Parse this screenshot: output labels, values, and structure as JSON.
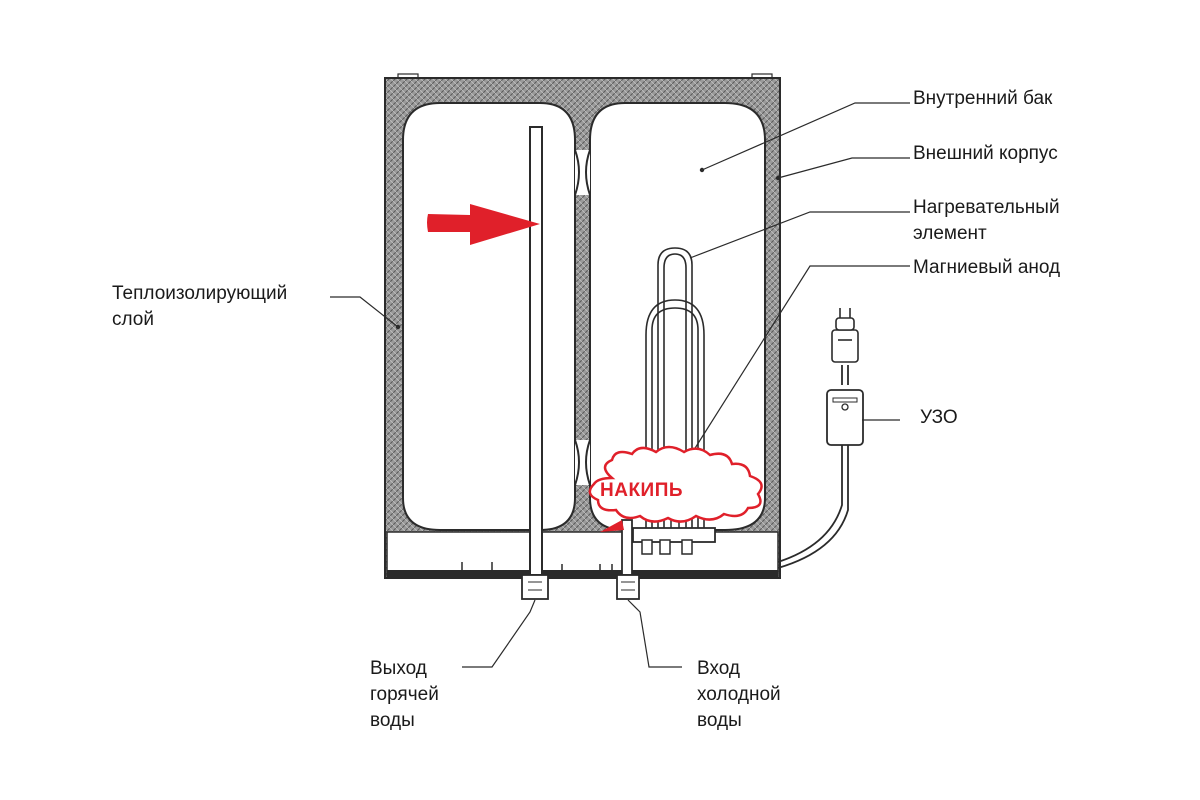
{
  "labels": {
    "inner_tank": "Внутренний бак",
    "outer_body": "Внешний корпус",
    "heating_element": "Нагревательный\nэлемент",
    "magnesium_anode": "Магниевый анод",
    "rcd": "УЗО",
    "insulation_layer": "Теплоизолирующий\nслой",
    "hot_water_outlet": "Выход\nгорячей\nводы",
    "cold_water_inlet": "Вход\nхолодной\nводы",
    "scale": "НАКИПЬ"
  },
  "colors": {
    "line": "#2b2b2b",
    "insulation": "#8a8a8a",
    "highlight": "#e0202a",
    "background": "#ffffff"
  },
  "icons": {
    "pointer_arrow": "red-right-arrow-icon",
    "scale_cloud": "cloud-callout-icon",
    "power_plug": "power-plug-icon"
  }
}
